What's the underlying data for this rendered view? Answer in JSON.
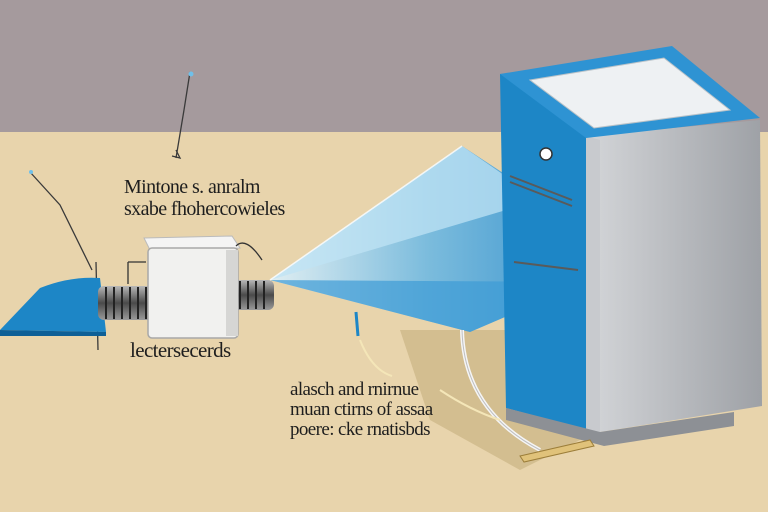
{
  "labels": {
    "top_label": [
      "Mintone s. anralm",
      "sxabe fhohercowieles"
    ],
    "left_label": "lectersecerds",
    "bottom_label": [
      "alasch and rnirnue",
      "muan ctirns of assaa",
      "poere: cke rnatisbds"
    ]
  },
  "colors": {
    "wall": "#a59a9d",
    "floor": "#e8d4ac",
    "accent_blue": "#1d86c6",
    "light_blue": "#8ec9e8",
    "cabinet_gray": "#b7b9bd"
  },
  "icons": [
    "air-conditioner-unit",
    "cone-light-beam",
    "flexible-hose",
    "junction-box",
    "dish-emitter",
    "power-cable"
  ]
}
